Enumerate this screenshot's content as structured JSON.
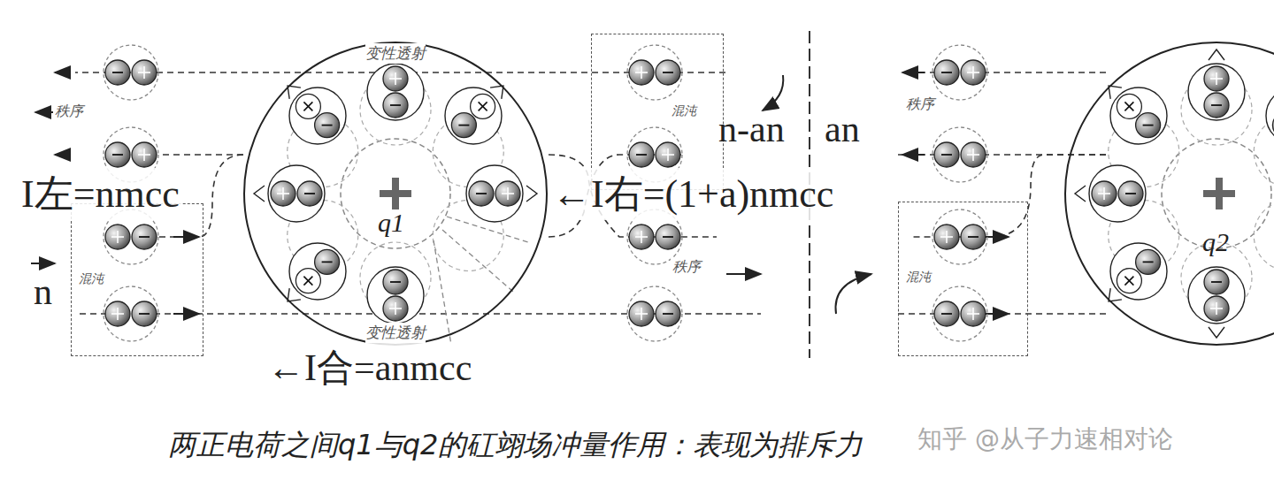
{
  "diagram": {
    "caption": "两正电荷之间q1与q2的矼翊场冲量作用：表现为排斥力",
    "nodes": [
      {
        "text": [
          "混沌"
        ]
      },
      {
        "text": [
          "变性透射",
          "变性透射"
        ]
      },
      {
        "text": [
          "q1"
        ],
        "in": 1
      },
      {
        "text": [
          "混沌"
        ]
      },
      {
        "text": [
          "q2"
        ]
      },
      {
        "text": [
          "混沌"
        ]
      }
    ],
    "labels": [
      "秩序",
      "秩序",
      "秩序",
      "n-an",
      "an",
      "I左=nmcc",
      "←I右=(1+a)nmcc",
      "←I合=anmcc",
      "n",
      "知乎 @从子力速相对论"
    ]
  }
}
